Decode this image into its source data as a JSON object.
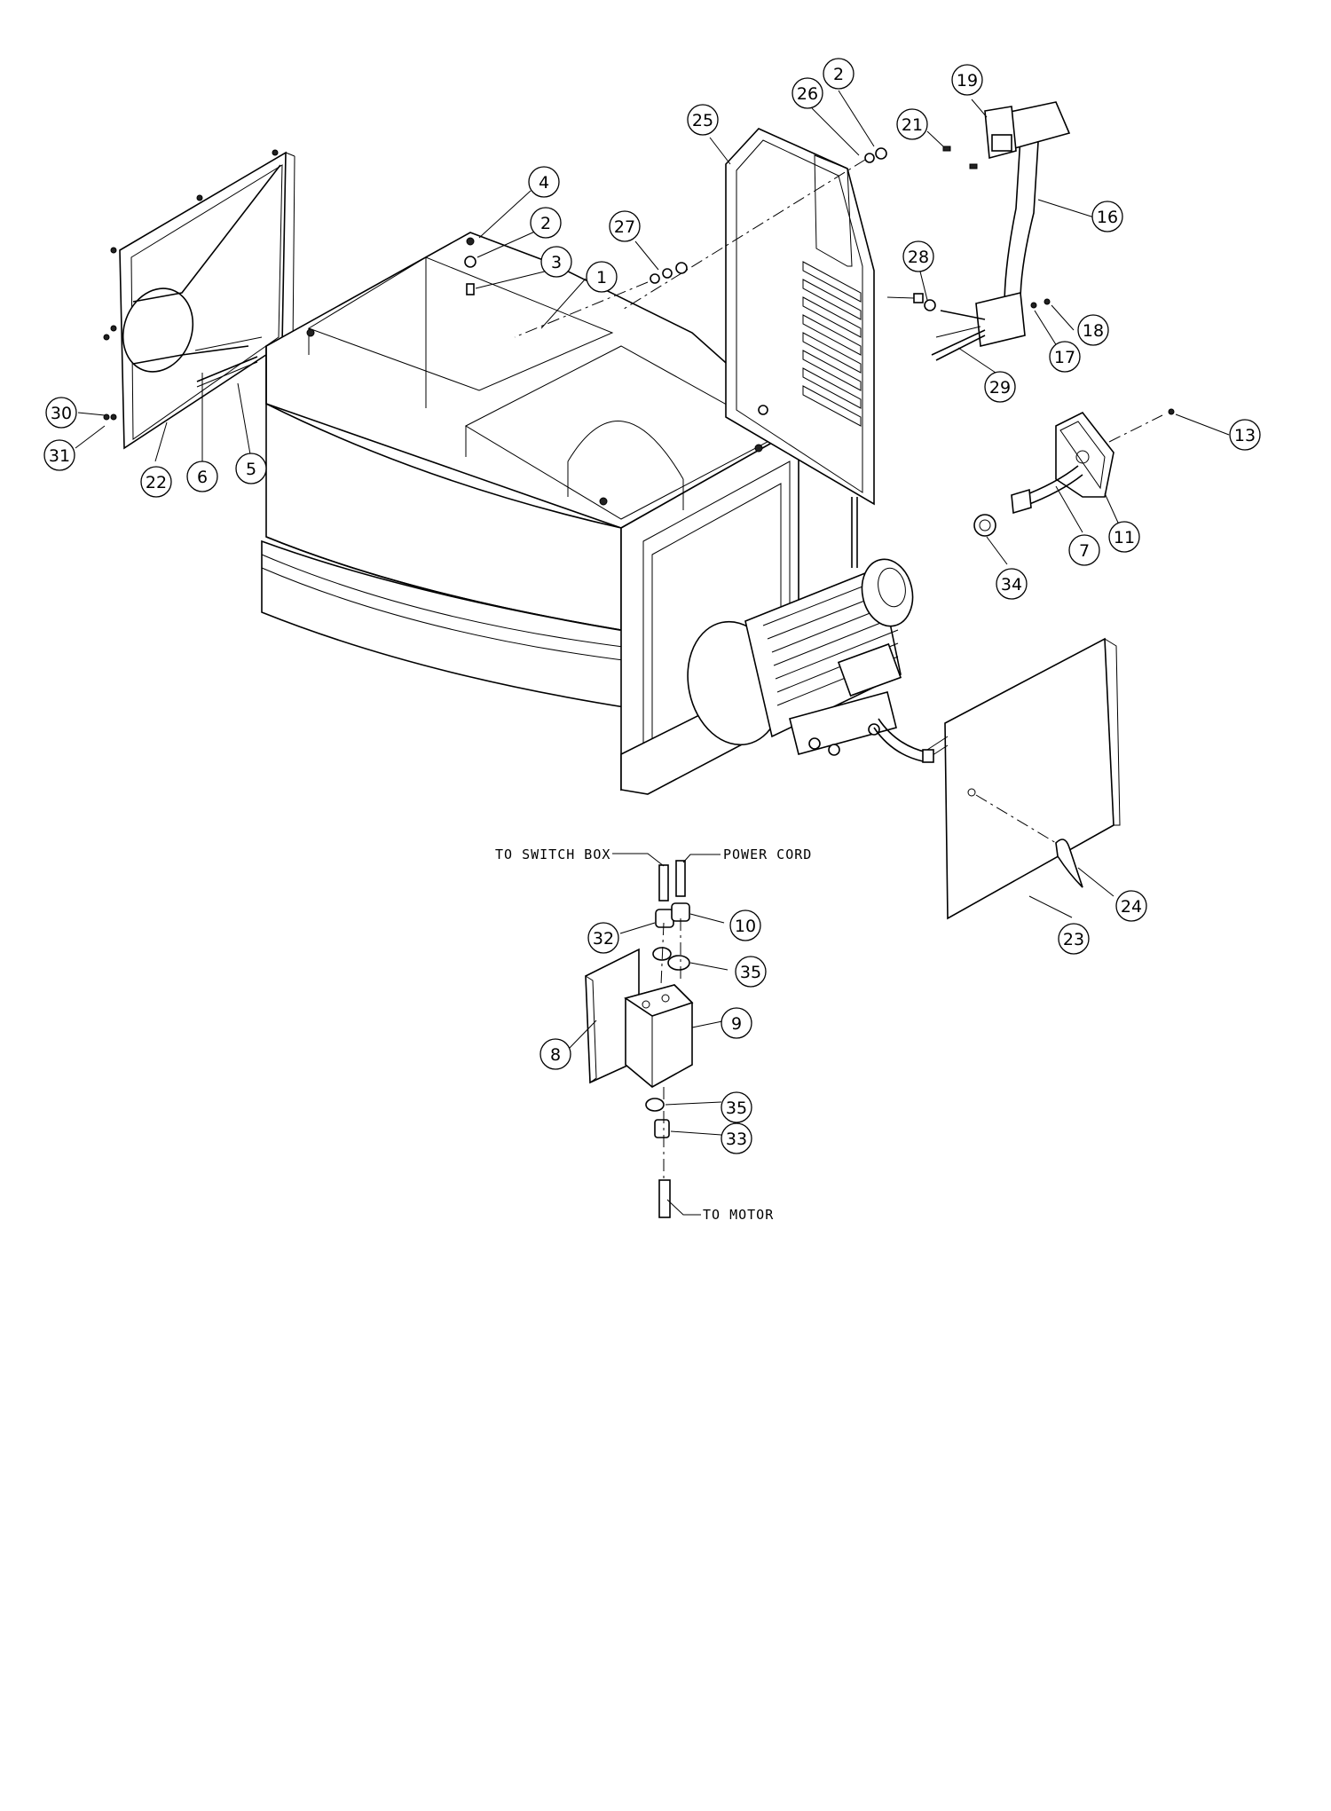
{
  "callouts": [
    "1",
    "2",
    "2",
    "3",
    "4",
    "5",
    "6",
    "7",
    "8",
    "9",
    "10",
    "11",
    "13",
    "16",
    "17",
    "18",
    "19",
    "21",
    "22",
    "23",
    "24",
    "25",
    "26",
    "27",
    "28",
    "29",
    "30",
    "31",
    "32",
    "33",
    "34",
    "35",
    "35"
  ],
  "notes": {
    "to_switch_box": "TO SWITCH BOX",
    "power_cord": "POWER CORD",
    "to_motor": "TO MOTOR"
  }
}
